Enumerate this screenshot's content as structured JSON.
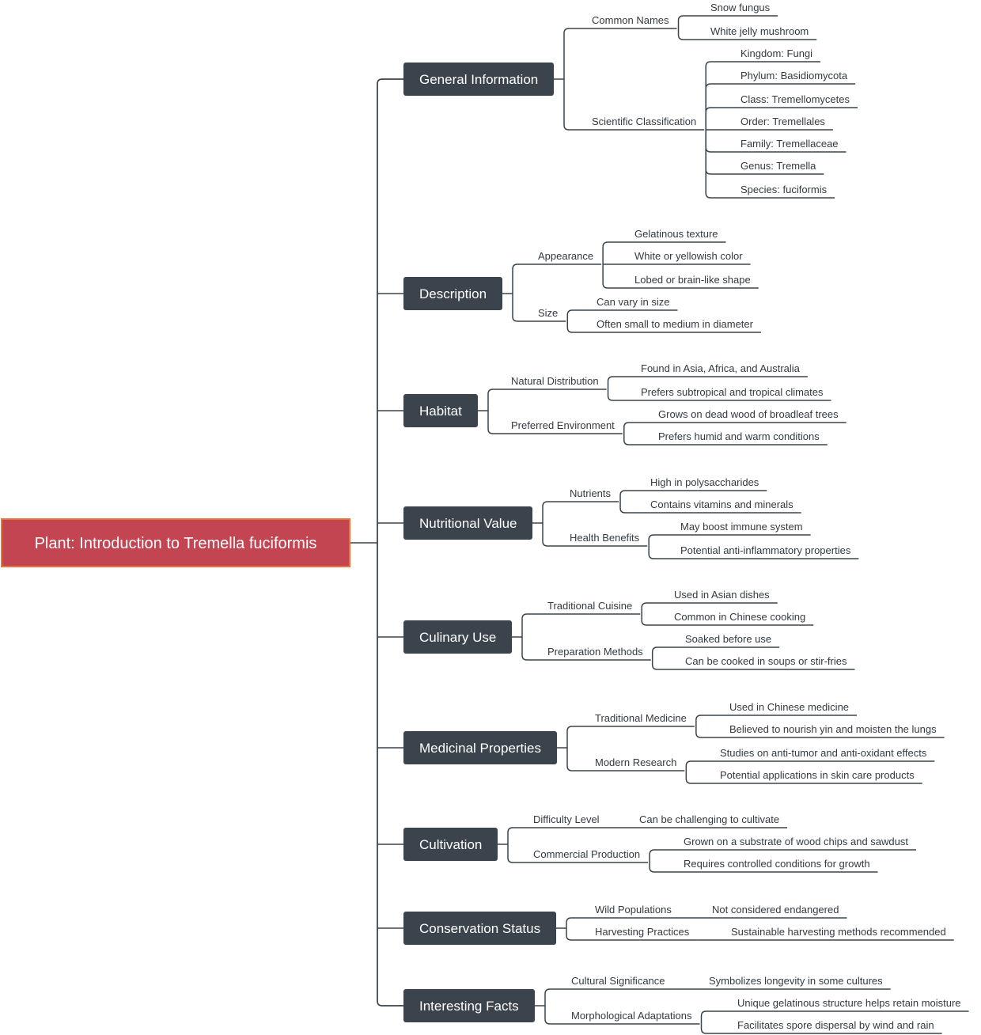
{
  "root": "Plant: Introduction to Tremella fuciformis",
  "branches": [
    {
      "label": "General Information",
      "children": [
        {
          "label": "Common Names",
          "children": [
            "Snow fungus",
            "White jelly mushroom"
          ]
        },
        {
          "label": "Scientific Classification",
          "children": [
            "Kingdom: Fungi",
            "Phylum: Basidiomycota",
            "Class: Tremellomycetes",
            "Order: Tremellales",
            "Family: Tremellaceae",
            "Genus: Tremella",
            "Species: fuciformis"
          ]
        }
      ]
    },
    {
      "label": "Description",
      "children": [
        {
          "label": "Appearance",
          "children": [
            "Gelatinous texture",
            "White or yellowish color",
            "Lobed or brain-like shape"
          ]
        },
        {
          "label": "Size",
          "children": [
            "Can vary in size",
            "Often small to medium in diameter"
          ]
        }
      ]
    },
    {
      "label": "Habitat",
      "children": [
        {
          "label": "Natural Distribution",
          "children": [
            "Found in Asia, Africa, and Australia",
            "Prefers subtropical and tropical climates"
          ]
        },
        {
          "label": "Preferred Environment",
          "children": [
            "Grows on dead wood of broadleaf trees",
            "Prefers humid and warm conditions"
          ]
        }
      ]
    },
    {
      "label": "Nutritional Value",
      "children": [
        {
          "label": "Nutrients",
          "children": [
            "High in polysaccharides",
            "Contains vitamins and minerals"
          ]
        },
        {
          "label": "Health Benefits",
          "children": [
            "May boost immune system",
            "Potential anti-inflammatory properties"
          ]
        }
      ]
    },
    {
      "label": "Culinary Use",
      "children": [
        {
          "label": "Traditional Cuisine",
          "children": [
            "Used in Asian dishes",
            "Common in Chinese cooking"
          ]
        },
        {
          "label": "Preparation Methods",
          "children": [
            "Soaked before use",
            "Can be cooked in soups or stir-fries"
          ]
        }
      ]
    },
    {
      "label": "Medicinal Properties",
      "children": [
        {
          "label": "Traditional Medicine",
          "children": [
            "Used in Chinese medicine",
            "Believed to nourish yin and moisten the lungs"
          ]
        },
        {
          "label": "Modern Research",
          "children": [
            "Studies on anti-tumor and anti-oxidant effects",
            "Potential applications in skin care products"
          ]
        }
      ]
    },
    {
      "label": "Cultivation",
      "children": [
        {
          "label": "Difficulty Level",
          "children": [
            "Can be challenging to cultivate"
          ]
        },
        {
          "label": "Commercial Production",
          "children": [
            "Grown on a substrate of wood chips and sawdust",
            "Requires controlled conditions for growth"
          ]
        }
      ]
    },
    {
      "label": "Conservation Status",
      "children": [
        {
          "label": "Wild Populations",
          "children": [
            "Not considered endangered"
          ]
        },
        {
          "label": "Harvesting Practices",
          "children": [
            "Sustainable harvesting methods recommended"
          ]
        }
      ]
    },
    {
      "label": "Interesting Facts",
      "children": [
        {
          "label": "Cultural Significance",
          "children": [
            "Symbolizes longevity in some cultures"
          ]
        },
        {
          "label": "Morphological Adaptations",
          "children": [
            "Unique gelatinous structure helps retain moisture",
            "Facilitates spore dispersal by wind and rain"
          ]
        }
      ]
    }
  ]
}
